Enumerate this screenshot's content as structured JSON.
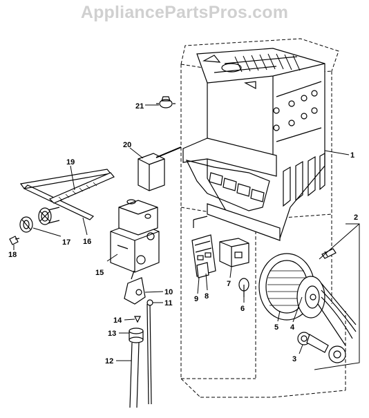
{
  "watermark": "AppliancePartsPros.com",
  "callouts": {
    "c1": "1",
    "c2": "2",
    "c3": "3",
    "c4": "4",
    "c5": "5",
    "c6": "6",
    "c7": "7",
    "c8": "8",
    "c9": "9",
    "c10": "10",
    "c11": "11",
    "c12": "12",
    "c13": "13",
    "c14": "14",
    "c15": "15",
    "c16": "16",
    "c17": "17",
    "c18": "18",
    "c19": "19",
    "c20": "20",
    "c21": "21"
  }
}
